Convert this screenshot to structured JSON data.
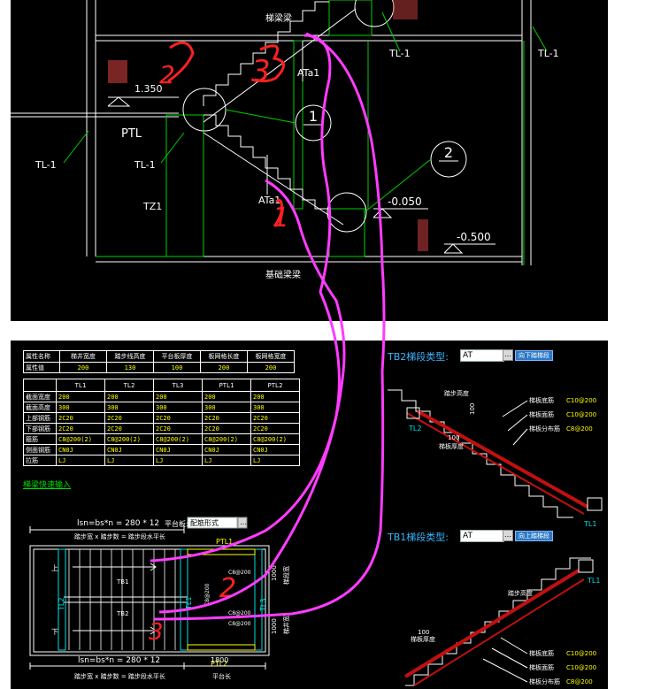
{
  "top_drawing": {
    "beam_top": "梯梁梁",
    "beam_bottom": "基础梁梁",
    "labels": {
      "tl1_a": "TL-1",
      "tl1_b": "TL-1",
      "tl1_left": "TL-1",
      "tl1_mid": "TL-1",
      "ptl": "PTL",
      "tz1": "TZ1",
      "ata1_upper": "ATa1",
      "ata1_lower": "ATa1"
    },
    "elevations": {
      "landing": "1.350",
      "mid": "-0.050",
      "low": "-0.500"
    },
    "circles": {
      "one": "1",
      "two": "2"
    },
    "annotations": {
      "num_two": "2",
      "num_three": "3",
      "num_one": "1"
    }
  },
  "params_table": {
    "headers": [
      "属性名称",
      "梯井宽度",
      "踏步线高度",
      "平台板厚度",
      "板网格长度",
      "板网格宽度"
    ],
    "row_label": "属性值",
    "row_values": [
      "200",
      "130",
      "100",
      "200",
      "200"
    ]
  },
  "beam_table": {
    "columns": [
      "TL1",
      "TL2",
      "TL3",
      "PTL1",
      "PTL2"
    ],
    "rows": [
      {
        "label": "截面宽度",
        "values": [
          "200",
          "200",
          "200",
          "200",
          "200"
        ]
      },
      {
        "label": "截面高度",
        "values": [
          "300",
          "300",
          "300",
          "300",
          "300"
        ]
      },
      {
        "label": "上部钢筋",
        "values": [
          "2C20",
          "2C20",
          "2C20",
          "2C20",
          "2C20"
        ]
      },
      {
        "label": "下部钢筋",
        "values": [
          "2C20",
          "2C20",
          "2C20",
          "2C20",
          "2C20"
        ]
      },
      {
        "label": "箍筋",
        "values": [
          "C8@200(2)",
          "C8@200(2)",
          "C8@200(2)",
          "C8@200(2)",
          "C8@200(2)"
        ]
      },
      {
        "label": "侧面钢筋",
        "values": [
          "CN0J",
          "CN0J",
          "CN0J",
          "CN0J",
          "CN0J"
        ]
      },
      {
        "label": "拉筋",
        "values": [
          "LJ",
          "LJ",
          "LJ",
          "LJ",
          "LJ"
        ]
      }
    ]
  },
  "quick_input_link": "梯梁快速输入",
  "plan": {
    "formula_top": "lsn=bs*n = 280 * 12",
    "formula_bottom": "lsn=bs*n = 280 * 12",
    "step_caption_top": "踏步宽 x 踏步数 = 踏步段水平长",
    "step_caption_bottom": "踏步宽 x 踏步数 = 踏步段水平长",
    "platform_label": "平台板:",
    "platform_value": "配筋形式",
    "up": "上",
    "down": "下",
    "tb1": "TB1",
    "tb2": "TB2",
    "ptl1": "PTL1",
    "ptl2": "PTL2",
    "tl1": "TL1",
    "tl2": "TL2",
    "tl3": "TL3",
    "rebar_a": "C8@200",
    "rebar_b": "C8@200",
    "rebar_c": "C8@200",
    "rebar_d": "C8@200",
    "dim_right_1": "1000",
    "dim_right_2": "1000",
    "dim_right_label": "梯段宽",
    "dim_right_label2": "梯井宽",
    "dim_bottom": "1800",
    "platform_width": "平台长",
    "annot_two": "2",
    "annot_three": "3"
  },
  "tb2": {
    "label": "TB2梯段类型:",
    "value": "AT",
    "button": "向下踏梯段",
    "step_height": "踏步高度",
    "dim": "100",
    "thickness": "梯板厚度",
    "dim100": "100",
    "bottom_rebar": "梯板底筋",
    "bottom_rebar_val": "C10@200",
    "top_rebar": "梯板面筋",
    "top_rebar_val": "C10@200",
    "dist_rebar": "梯板分布筋",
    "dist_rebar_val": "C8@200",
    "tl2": "TL2",
    "tl1": "TL1"
  },
  "tb1": {
    "label": "TB1梯段类型:",
    "value": "AT",
    "button": "向上踏梯段",
    "step_height": "踏步高度",
    "thickness": "梯板厚度",
    "dim100": "100",
    "bottom_rebar": "梯板底筋",
    "bottom_rebar_val": "C10@200",
    "top_rebar": "梯板面筋",
    "top_rebar_val": "C10@200",
    "dist_rebar": "梯板分布筋",
    "dist_rebar_val": "C8@200",
    "tl1": "TL1"
  },
  "colors": {
    "cad_line": "#ffffff",
    "cad_green": "#00d000",
    "cad_cyan": "#00e0e0",
    "cad_yellow": "#ffff00",
    "annotation_red": "#ff2020",
    "annotation_pink": "#ff3cff",
    "stair_red": "#c21010"
  }
}
